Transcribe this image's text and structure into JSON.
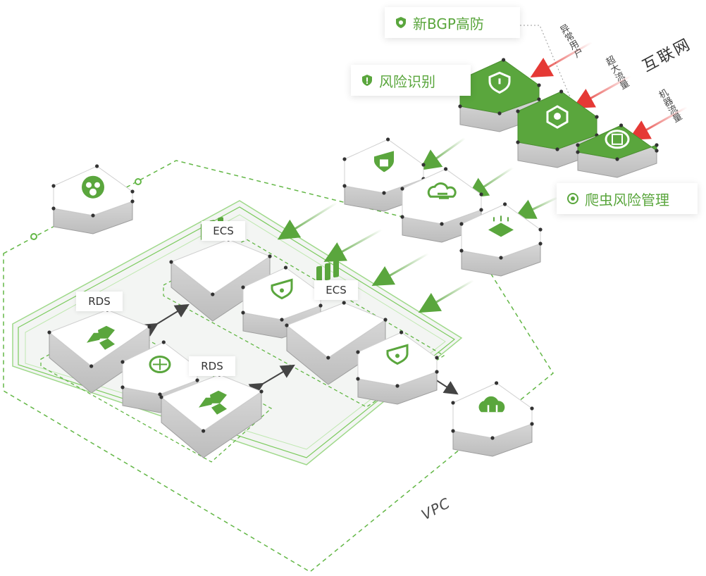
{
  "callouts": {
    "bgp": "新BGP高防",
    "risk": "风险识别",
    "crawler": "爬虫风险管理"
  },
  "traffic": {
    "abnormal_users": "异常用户",
    "large_traffic": "超大流量",
    "bot_traffic": "机器流量"
  },
  "internet_label": "互联网",
  "vpc_label": "VPC",
  "tags": {
    "ecs_1": "ECS",
    "ecs_2": "ECS",
    "rds_1": "RDS",
    "rds_2": "RDS"
  },
  "nodes": [
    {
      "id": "shield-node",
      "icon": "shield-alert-icon",
      "style": "green"
    },
    {
      "id": "waf-node",
      "icon": "cube-icon",
      "style": "green"
    },
    {
      "id": "crawler-node",
      "icon": "scan-icon",
      "style": "green"
    },
    {
      "id": "cert-node",
      "icon": "certificate-icon",
      "style": "white"
    },
    {
      "id": "cdn-node",
      "icon": "cloud-sync-icon",
      "style": "white"
    },
    {
      "id": "slb-node",
      "icon": "load-balancer-icon",
      "style": "white"
    },
    {
      "id": "vpc-security-node",
      "icon": "user-network-icon",
      "style": "white"
    },
    {
      "id": "ecs-1-node",
      "icon": "server-icon",
      "style": "white"
    },
    {
      "id": "ecs-1-shield-node",
      "icon": "host-security-icon",
      "style": "white"
    },
    {
      "id": "ecs-2-node",
      "icon": "server-icon",
      "style": "white"
    },
    {
      "id": "ecs-2-shield-node",
      "icon": "host-security-icon",
      "style": "white"
    },
    {
      "id": "rds-1-node",
      "icon": "database-icon",
      "style": "white"
    },
    {
      "id": "db-audit-node",
      "icon": "audit-icon",
      "style": "white"
    },
    {
      "id": "rds-2-node",
      "icon": "database-icon",
      "style": "white"
    },
    {
      "id": "nat-node",
      "icon": "gateway-icon",
      "style": "white"
    }
  ],
  "colors": {
    "accent": "#5aa63d",
    "accent_light": "#7ccb5e",
    "arrow_red": "#e53935",
    "node_side": "#c9c9c9",
    "dashed": "#63b746"
  }
}
